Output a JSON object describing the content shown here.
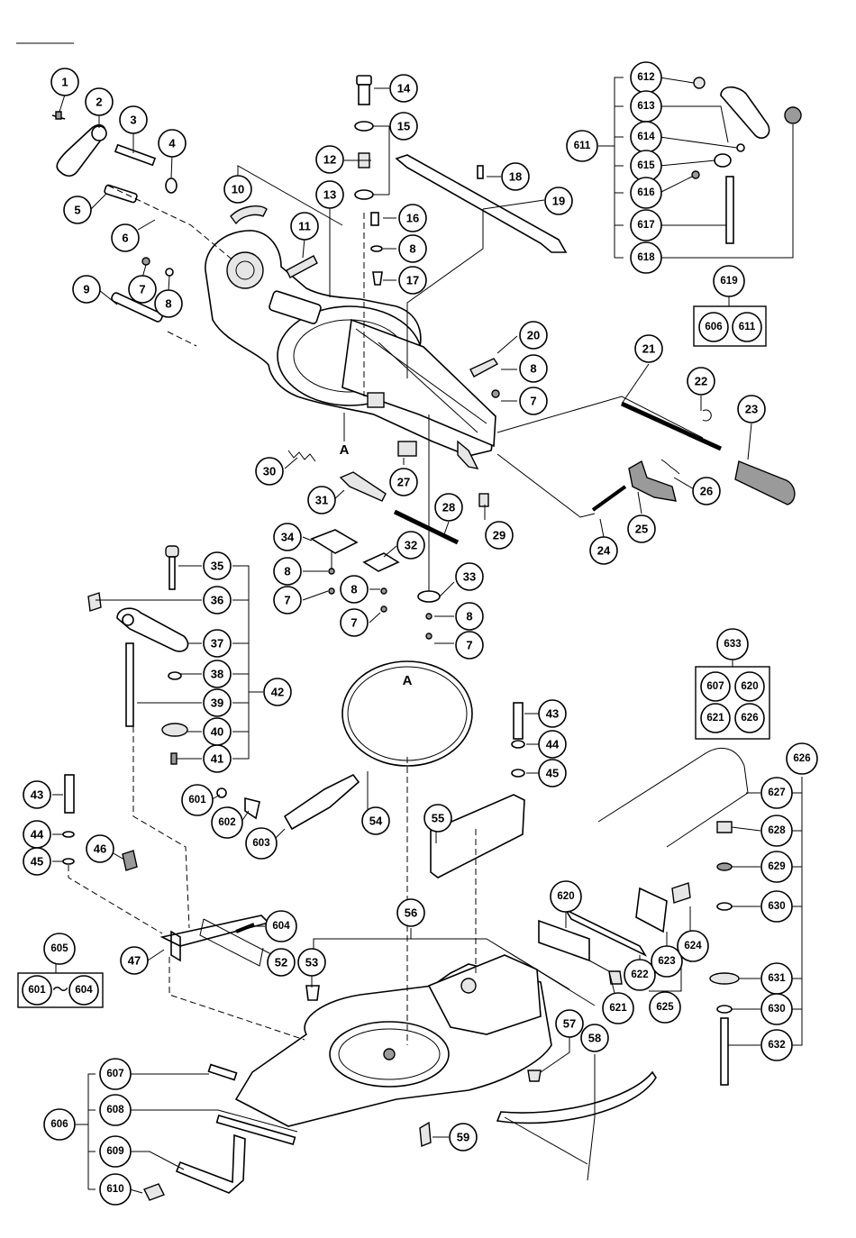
{
  "callouts": {
    "c1": "1",
    "c2": "2",
    "c3": "3",
    "c4": "4",
    "c5": "5",
    "c6": "6",
    "c7a": "7",
    "c8a": "8",
    "c9": "9",
    "c10": "10",
    "c11": "11",
    "c12": "12",
    "c13": "13",
    "c14": "14",
    "c15": "15",
    "c16": "16",
    "c8b": "8",
    "c17": "17",
    "c18": "18",
    "c19": "19",
    "c20": "20",
    "c8c": "8",
    "c7b": "7",
    "c21": "21",
    "c22": "22",
    "c23": "23",
    "c26": "26",
    "c25": "25",
    "c24": "24",
    "c27": "27",
    "c28": "28",
    "c29": "29",
    "c30": "30",
    "c31": "31",
    "c34": "34",
    "c32": "32",
    "c8d": "8",
    "c7c": "7",
    "c8e": "8",
    "c7d": "7",
    "c33": "33",
    "c8f": "8",
    "c7e": "7",
    "c35": "35",
    "c36": "36",
    "c37": "37",
    "c38": "38",
    "c39": "39",
    "c40": "40",
    "c41": "41",
    "c42": "42",
    "c43a": "43",
    "c44a": "44",
    "c45a": "45",
    "c43b": "43",
    "c44b": "44",
    "c45b": "45",
    "c46": "46",
    "c47": "47",
    "c601": "601",
    "c602": "602",
    "c603": "603",
    "c604": "604",
    "c605": "605",
    "c54": "54",
    "c55": "55",
    "c56": "56",
    "c52": "52",
    "c53": "53",
    "c57": "57",
    "c58": "58",
    "c59": "59",
    "c606": "606",
    "c607": "607",
    "c608": "608",
    "c609": "609",
    "c610": "610",
    "c611": "611",
    "c612": "612",
    "c613": "613",
    "c614": "614",
    "c615": "615",
    "c616": "616",
    "c617": "617",
    "c618": "618",
    "c619": "619",
    "c620": "620",
    "c621": "621",
    "c622": "622",
    "c623": "623",
    "c624": "624",
    "c625": "625",
    "c626": "626",
    "c627": "627",
    "c628": "628",
    "c629": "629",
    "c630a": "630",
    "c631": "631",
    "c630b": "630",
    "c632": "632",
    "c633": "633"
  },
  "kits": {
    "k619": [
      "606",
      "611"
    ],
    "k633": [
      "607",
      "620",
      "621",
      "626"
    ],
    "k605": {
      "from": "601",
      "sep": "〜",
      "to": "604"
    }
  },
  "markers": {
    "a_top": "A",
    "a_ring": "A"
  }
}
